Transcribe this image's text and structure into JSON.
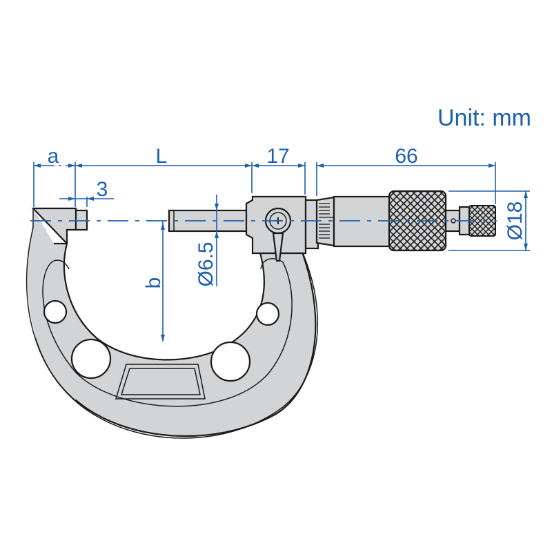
{
  "diagram": {
    "title": "Outside micrometer dimension drawing",
    "unit_label": "Unit: mm",
    "colors": {
      "dimension": "#1d5fae",
      "body_fill": "#d3d4d6",
      "outline": "#1a1a1a",
      "background": "#ffffff"
    },
    "dimensions": {
      "a": "a",
      "L": "L",
      "frame_width": "17",
      "thimble_length": "66",
      "anvil_length": "3",
      "spindle_diameter": "Ø6.5",
      "throat_depth": "b",
      "thimble_diameter": "Ø18"
    },
    "components": [
      "frame",
      "anvil",
      "spindle",
      "lock-clamp",
      "sleeve",
      "thimble",
      "ratchet-stop"
    ]
  }
}
